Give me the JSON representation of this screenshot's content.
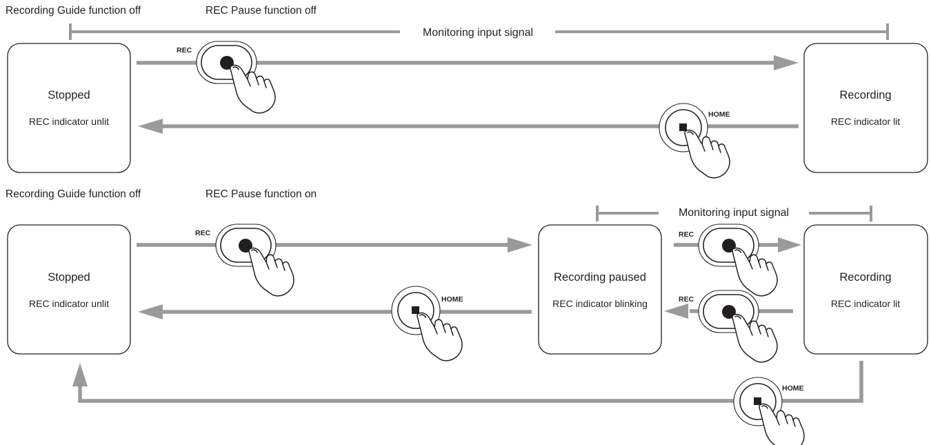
{
  "section1": {
    "caption_guide": "Recording Guide function off",
    "caption_pause": "REC Pause function off",
    "monitoring": "Monitoring input signal",
    "stopped": {
      "title": "Stopped",
      "subtitle": "REC indicator unlit"
    },
    "recording": {
      "title": "Recording",
      "subtitle": "REC indicator lit"
    },
    "rec_label": "REC",
    "home_label": "HOME"
  },
  "section2": {
    "caption_guide": "Recording Guide function off",
    "caption_pause": "REC Pause function on",
    "monitoring": "Monitoring input signal",
    "stopped": {
      "title": "Stopped",
      "subtitle": "REC indicator unlit"
    },
    "paused": {
      "title": "Recording paused",
      "subtitle": "REC indicator blinking"
    },
    "recording": {
      "title": "Recording",
      "subtitle": "REC indicator lit"
    },
    "rec_label_1": "REC",
    "home_label_1": "HOME",
    "rec_label_2": "REC",
    "rec_label_3": "REC",
    "home_label_2": "HOME"
  },
  "colors": {
    "arrow": "#9a9a9a",
    "outline": "#231f20"
  },
  "icons": [
    "rec-button-icon",
    "home-stop-button-icon",
    "pointing-hand-icon"
  ]
}
